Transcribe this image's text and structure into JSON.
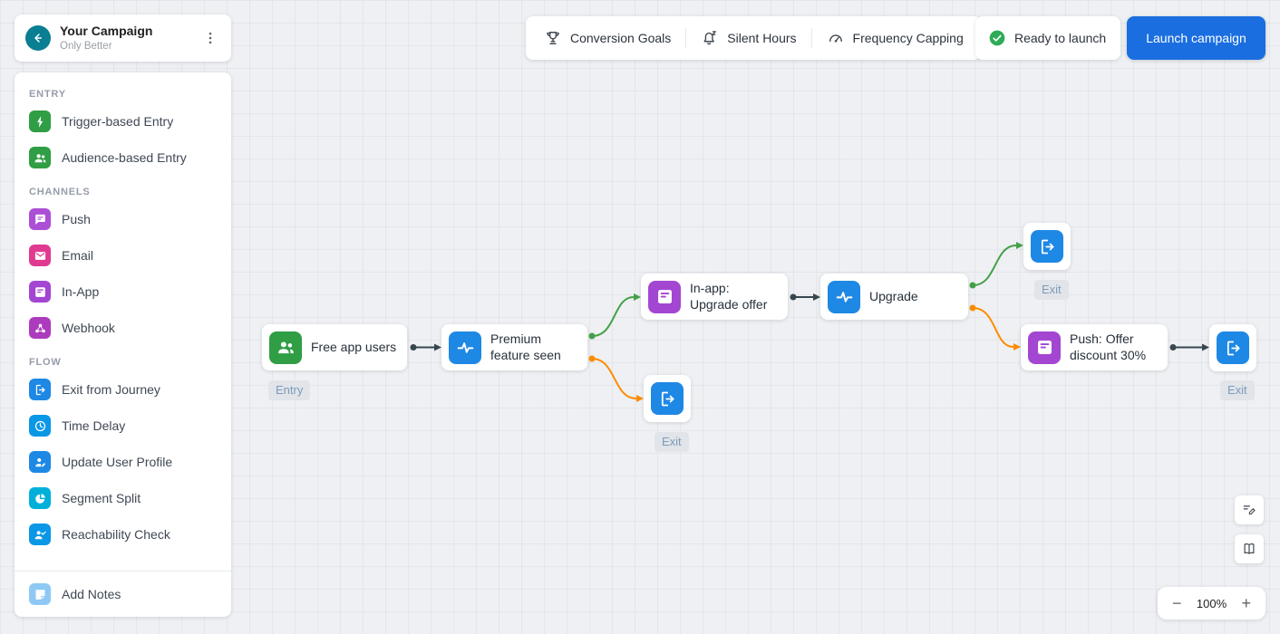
{
  "header": {
    "title": "Your Campaign",
    "subtitle": "Only Better"
  },
  "toolbar": {
    "items": [
      {
        "label": "Conversion Goals",
        "icon": "trophy-icon"
      },
      {
        "label": "Silent Hours",
        "icon": "bell-snooze-icon"
      },
      {
        "label": "Frequency Capping",
        "icon": "gauge-icon"
      }
    ],
    "status": {
      "label": "Ready to launch",
      "icon": "check-circle-icon",
      "color": "#2eab57"
    },
    "launch_button": "Launch campaign",
    "launch_color": "#1a6ee0"
  },
  "sidebar": {
    "sections": [
      {
        "title": "ENTRY",
        "items": [
          {
            "label": "Trigger-based Entry",
            "icon": "lightning-icon",
            "color": "#2f9e44"
          },
          {
            "label": "Audience-based Entry",
            "icon": "audience-icon",
            "color": "#2f9e44"
          }
        ]
      },
      {
        "title": "CHANNELS",
        "items": [
          {
            "label": "Push",
            "icon": "push-notification-icon",
            "color": "#ad4fd6"
          },
          {
            "label": "Email",
            "icon": "email-icon",
            "color": "#e03a90"
          },
          {
            "label": "In-App",
            "icon": "in-app-icon",
            "color": "#a346d2"
          },
          {
            "label": "Webhook",
            "icon": "webhook-icon",
            "color": "#ad3bbd"
          }
        ]
      },
      {
        "title": "FLOW",
        "items": [
          {
            "label": "Exit from Journey",
            "icon": "exit-icon",
            "color": "#1e88e5"
          },
          {
            "label": "Time Delay",
            "icon": "clock-icon",
            "color": "#0a97e6"
          },
          {
            "label": "Update User Profile",
            "icon": "user-edit-icon",
            "color": "#1e88e5"
          },
          {
            "label": "Segment Split",
            "icon": "split-icon",
            "color": "#00b0d8"
          },
          {
            "label": "Reachability Check",
            "icon": "reachability-icon",
            "color": "#0a97e6"
          }
        ]
      }
    ],
    "footer_item": {
      "label": "Add Notes",
      "icon": "note-icon",
      "color": "#8ec9f5"
    }
  },
  "canvas": {
    "nodes": {
      "entry": {
        "label": "Free app users",
        "badge": "Entry",
        "icon": "audience-icon",
        "color": "#2f9e44"
      },
      "premium": {
        "label": "Premium feature seen",
        "icon": "activity-icon",
        "color": "#1e88e5"
      },
      "inapp": {
        "label": "In-app: Upgrade offer",
        "icon": "in-app-icon",
        "color": "#a346d2"
      },
      "upgrade": {
        "label": "Upgrade",
        "icon": "activity-icon",
        "color": "#1e88e5"
      },
      "push": {
        "label": "Push: Offer discount 30%",
        "icon": "in-app-icon",
        "color": "#a346d2"
      }
    },
    "exit_label": "Exit",
    "connector_colors": {
      "default": "#37474f",
      "yes": "#43a047",
      "no": "#fb8c00"
    }
  },
  "controls": {
    "zoom_out": "−",
    "zoom_value": "100%",
    "zoom_in": "+"
  }
}
